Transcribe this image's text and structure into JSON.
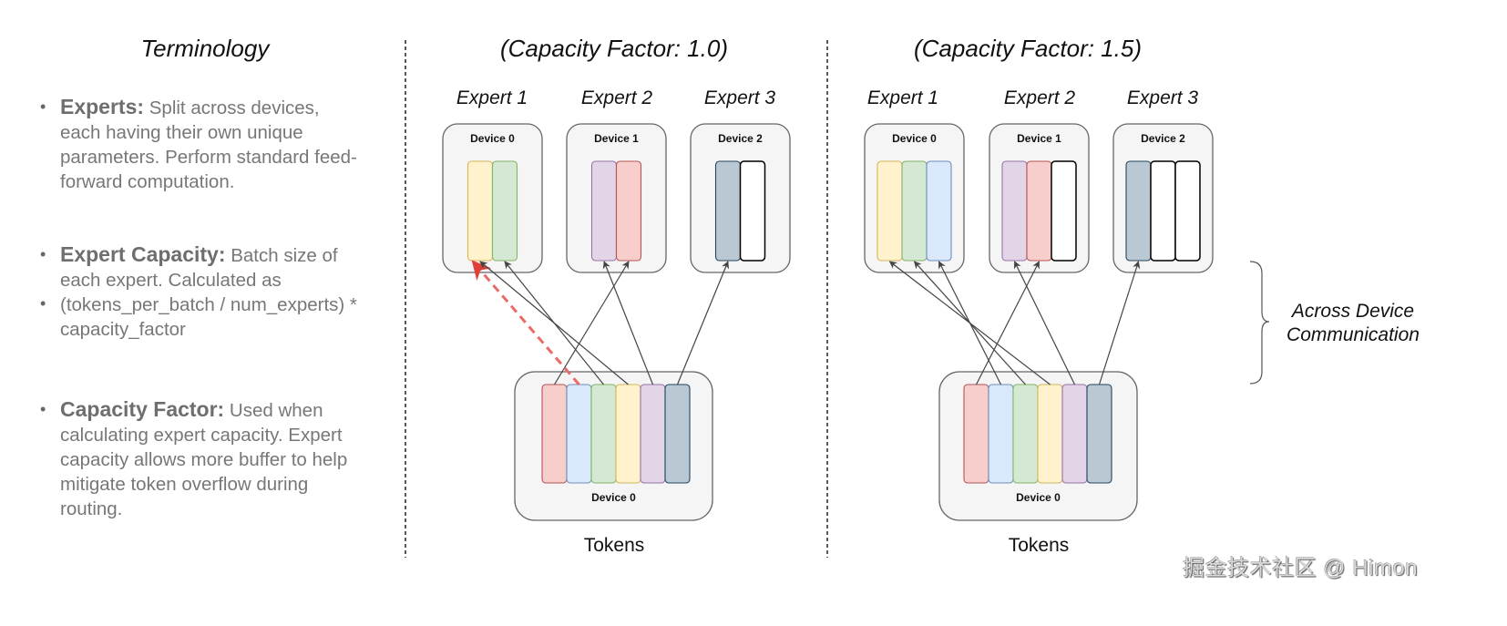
{
  "terminology": {
    "title": "Terminology",
    "items": [
      {
        "term": "Experts:",
        "lines": [
          " Split across devices,",
          "each having their own unique",
          "parameters. Perform standard feed-",
          "forward computation."
        ]
      },
      {
        "term": "Expert Capacity:",
        "lines": [
          " Batch size of",
          "each expert. Calculated as",
          "(tokens_per_batch / num_experts) *",
          "capacity_factor"
        ]
      },
      {
        "term": "Capacity Factor:",
        "lines": [
          " Used when",
          "calculating expert capacity. Expert",
          "capacity allows more buffer to help",
          "mitigate token overflow during",
          "routing."
        ]
      }
    ]
  },
  "colors": {
    "red": {
      "fill": "#f8cecc",
      "stroke": "#b85450"
    },
    "blue": {
      "fill": "#dae8fc",
      "stroke": "#6c8ebf"
    },
    "green": {
      "fill": "#d5e8d4",
      "stroke": "#82b366"
    },
    "yellow": {
      "fill": "#fff2cc",
      "stroke": "#d6b656"
    },
    "purple": {
      "fill": "#e1d5e7",
      "stroke": "#9673a6"
    },
    "slate": {
      "fill": "#bac8d3",
      "stroke": "#23445d"
    },
    "empty": {
      "fill": "#ffffff",
      "stroke": "#000000"
    },
    "device_fill": "#f5f5f5",
    "device_stroke": "#666666",
    "arrow": "#444444",
    "overflow_arrow": "#ea6b66"
  },
  "panels": [
    {
      "title": "(Capacity Factor: 1.0)",
      "capacity_factor": 1.0,
      "experts": [
        {
          "label": "Expert 1",
          "device": "Device 0",
          "slots": [
            "yellow",
            "green"
          ]
        },
        {
          "label": "Expert 2",
          "device": "Device 1",
          "slots": [
            "purple",
            "red"
          ]
        },
        {
          "label": "Expert 3",
          "device": "Device 2",
          "slots": [
            "slate",
            "empty"
          ]
        }
      ],
      "tokens": {
        "label": "Tokens",
        "device": "Device 0",
        "colors": [
          "red",
          "blue",
          "green",
          "yellow",
          "purple",
          "slate"
        ]
      },
      "routes": [
        {
          "token": 0,
          "expert": 1,
          "slot": 1,
          "overflow": false
        },
        {
          "token": 1,
          "expert": 0,
          "slot": 0,
          "overflow": true
        },
        {
          "token": 2,
          "expert": 0,
          "slot": 1,
          "overflow": false
        },
        {
          "token": 3,
          "expert": 0,
          "slot": 0,
          "overflow": false
        },
        {
          "token": 4,
          "expert": 1,
          "slot": 0,
          "overflow": false
        },
        {
          "token": 5,
          "expert": 2,
          "slot": 0,
          "overflow": false
        }
      ]
    },
    {
      "title": "(Capacity Factor: 1.5)",
      "capacity_factor": 1.5,
      "experts": [
        {
          "label": "Expert 1",
          "device": "Device 0",
          "slots": [
            "yellow",
            "green",
            "blue"
          ]
        },
        {
          "label": "Expert 2",
          "device": "Device 1",
          "slots": [
            "purple",
            "red",
            "empty"
          ]
        },
        {
          "label": "Expert 3",
          "device": "Device 2",
          "slots": [
            "slate",
            "empty",
            "empty"
          ]
        }
      ],
      "tokens": {
        "label": "Tokens",
        "device": "Device 0",
        "colors": [
          "red",
          "blue",
          "green",
          "yellow",
          "purple",
          "slate"
        ]
      },
      "routes": [
        {
          "token": 0,
          "expert": 1,
          "slot": 1,
          "overflow": false
        },
        {
          "token": 1,
          "expert": 0,
          "slot": 2,
          "overflow": false
        },
        {
          "token": 2,
          "expert": 0,
          "slot": 1,
          "overflow": false
        },
        {
          "token": 3,
          "expert": 0,
          "slot": 0,
          "overflow": false
        },
        {
          "token": 4,
          "expert": 1,
          "slot": 0,
          "overflow": false
        },
        {
          "token": 5,
          "expert": 2,
          "slot": 0,
          "overflow": false
        }
      ]
    }
  ],
  "annotation": {
    "line1": "Across Device",
    "line2": "Communication"
  },
  "watermark": "掘金技术社区 @ Himon"
}
